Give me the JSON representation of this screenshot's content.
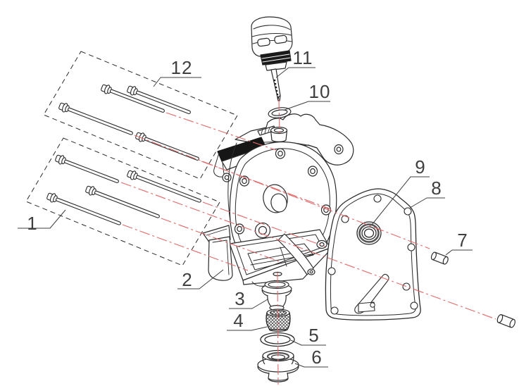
{
  "diagram": {
    "type": "exploded-parts-drawing",
    "background": "#ffffff",
    "line_color": "#2b2b2b",
    "centerline_color": "#e06a6a",
    "dark_fill": "#161616"
  },
  "callouts": {
    "c1": "1",
    "c2": "2",
    "c3": "3",
    "c4": "4",
    "c5": "5",
    "c6": "6",
    "c7": "7",
    "c8": "8",
    "c9": "9",
    "c10": "10",
    "c11": "11",
    "c12": "12"
  }
}
